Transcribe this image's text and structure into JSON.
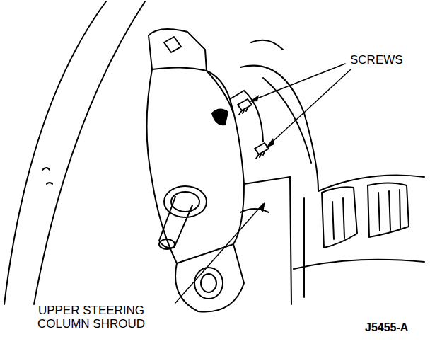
{
  "diagram": {
    "labels": [
      "SCREWS",
      "UPPER STEERING COLUMN SHROUD",
      "J5455-A"
    ]
  }
}
